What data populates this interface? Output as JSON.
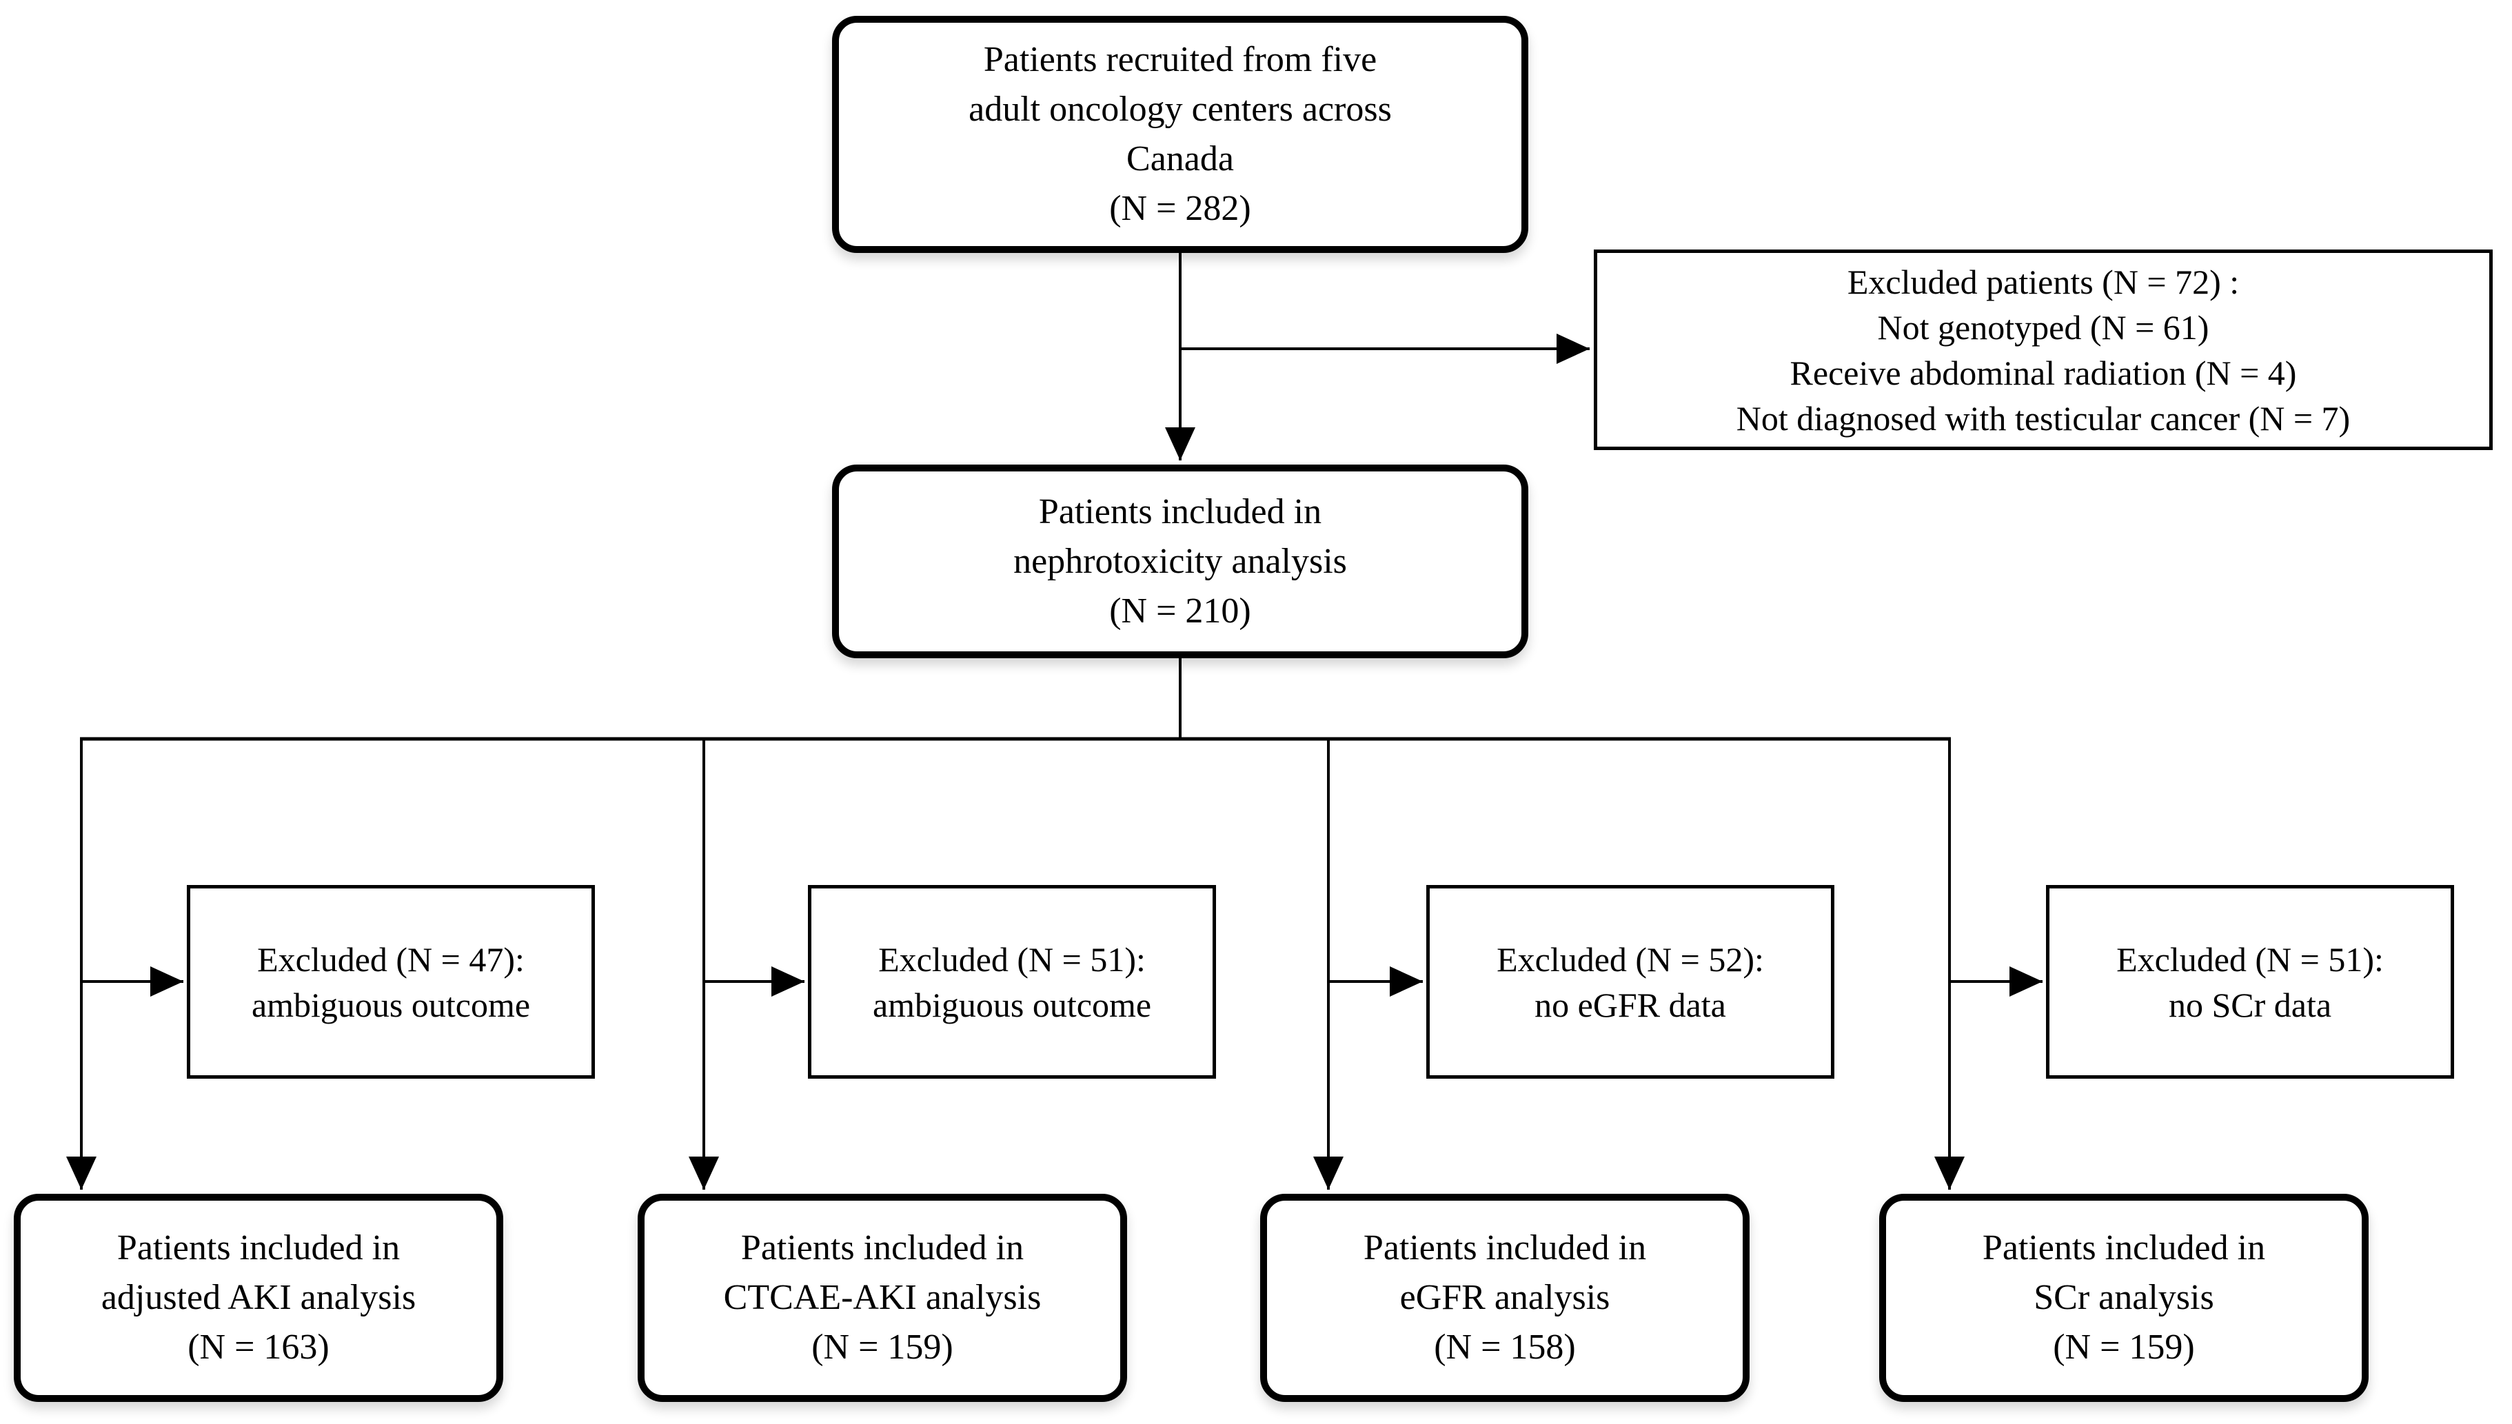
{
  "colors": {
    "ink": "#000000",
    "background": "#ffffff",
    "box_fill": "#ffffff"
  },
  "boxes": {
    "recruited": {
      "lines": [
        "Patients recruited from five",
        "adult oncology centers across",
        "Canada",
        "(N = 282)"
      ]
    },
    "excluded_patients": {
      "lines": [
        "Excluded patients (N = 72) :",
        "Not genotyped (N = 61)",
        "Receive abdominal radiation (N = 4)",
        "Not diagnosed with testicular cancer (N = 7)"
      ]
    },
    "nephrotoxicity": {
      "lines": [
        "Patients included in",
        "nephrotoxicity analysis",
        "(N = 210)"
      ]
    },
    "excluded_adjusted_aki": {
      "lines": [
        "Excluded (N = 47):",
        "ambiguous outcome"
      ]
    },
    "excluded_ctcae_aki": {
      "lines": [
        "Excluded (N = 51):",
        "ambiguous outcome"
      ]
    },
    "excluded_egfr": {
      "lines": [
        "Excluded (N = 52):",
        "no eGFR data"
      ]
    },
    "excluded_scr": {
      "lines": [
        "Excluded (N = 51):",
        "no SCr data"
      ]
    },
    "final_adjusted_aki": {
      "lines": [
        "Patients included in",
        "adjusted AKI analysis",
        "(N = 163)"
      ]
    },
    "final_ctcae_aki": {
      "lines": [
        "Patients included in",
        "CTCAE-AKI analysis",
        "(N = 159)"
      ]
    },
    "final_egfr": {
      "lines": [
        "Patients included in",
        "eGFR analysis",
        "(N = 158)"
      ]
    },
    "final_scr": {
      "lines": [
        "Patients included in",
        "SCr analysis",
        "(N = 159)"
      ]
    }
  }
}
